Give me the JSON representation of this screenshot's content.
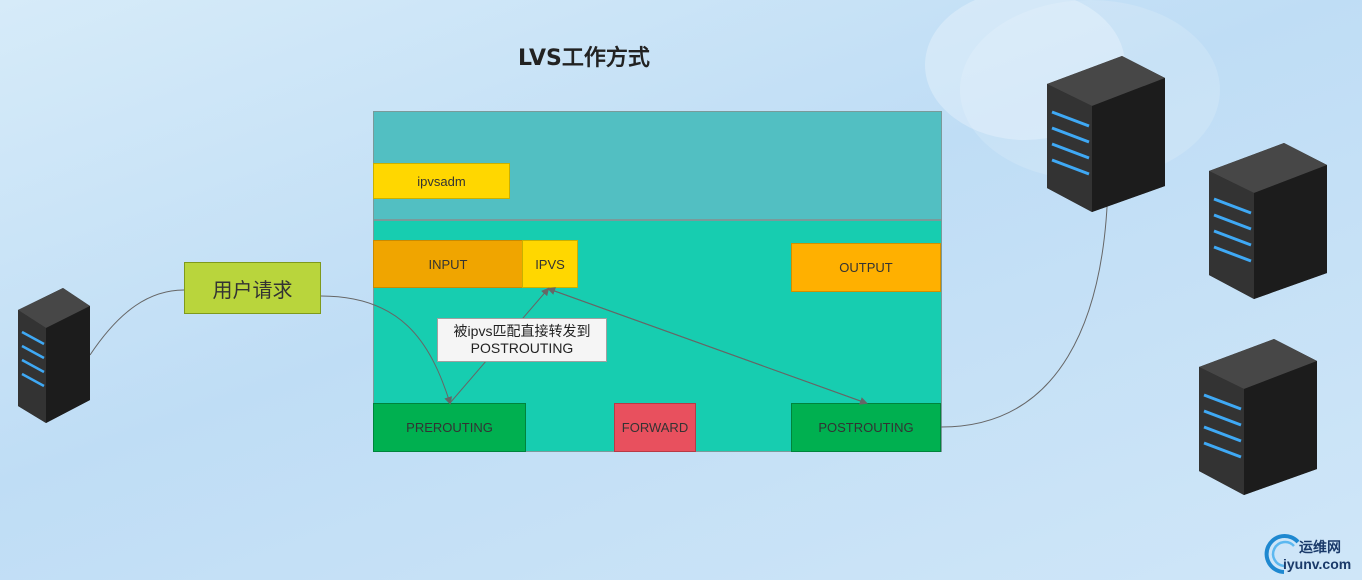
{
  "diagram": {
    "title": "LVS工作方式",
    "boxes": {
      "ipvsadm": "ipvsadm",
      "input": "INPUT",
      "ipvs": "IPVS",
      "output": "OUTPUT",
      "prerouting": "PREROUTING",
      "forward": "FORWARD",
      "postrouting": "POSTROUTING"
    },
    "user_request": "用户请求",
    "note": {
      "line1": "被ipvs匹配直接转发到",
      "line2": "POSTROUTING"
    }
  },
  "watermark": {
    "line1": "运维网",
    "line2": "iyunv.com"
  },
  "colors": {
    "kernel_top": "#52bfc2",
    "kernel_bottom": "#17cdb0",
    "yellow": "#ffd700",
    "orange": "#f0a500",
    "green": "#00b050",
    "red": "#e8505e",
    "lime": "#b9d53c"
  }
}
